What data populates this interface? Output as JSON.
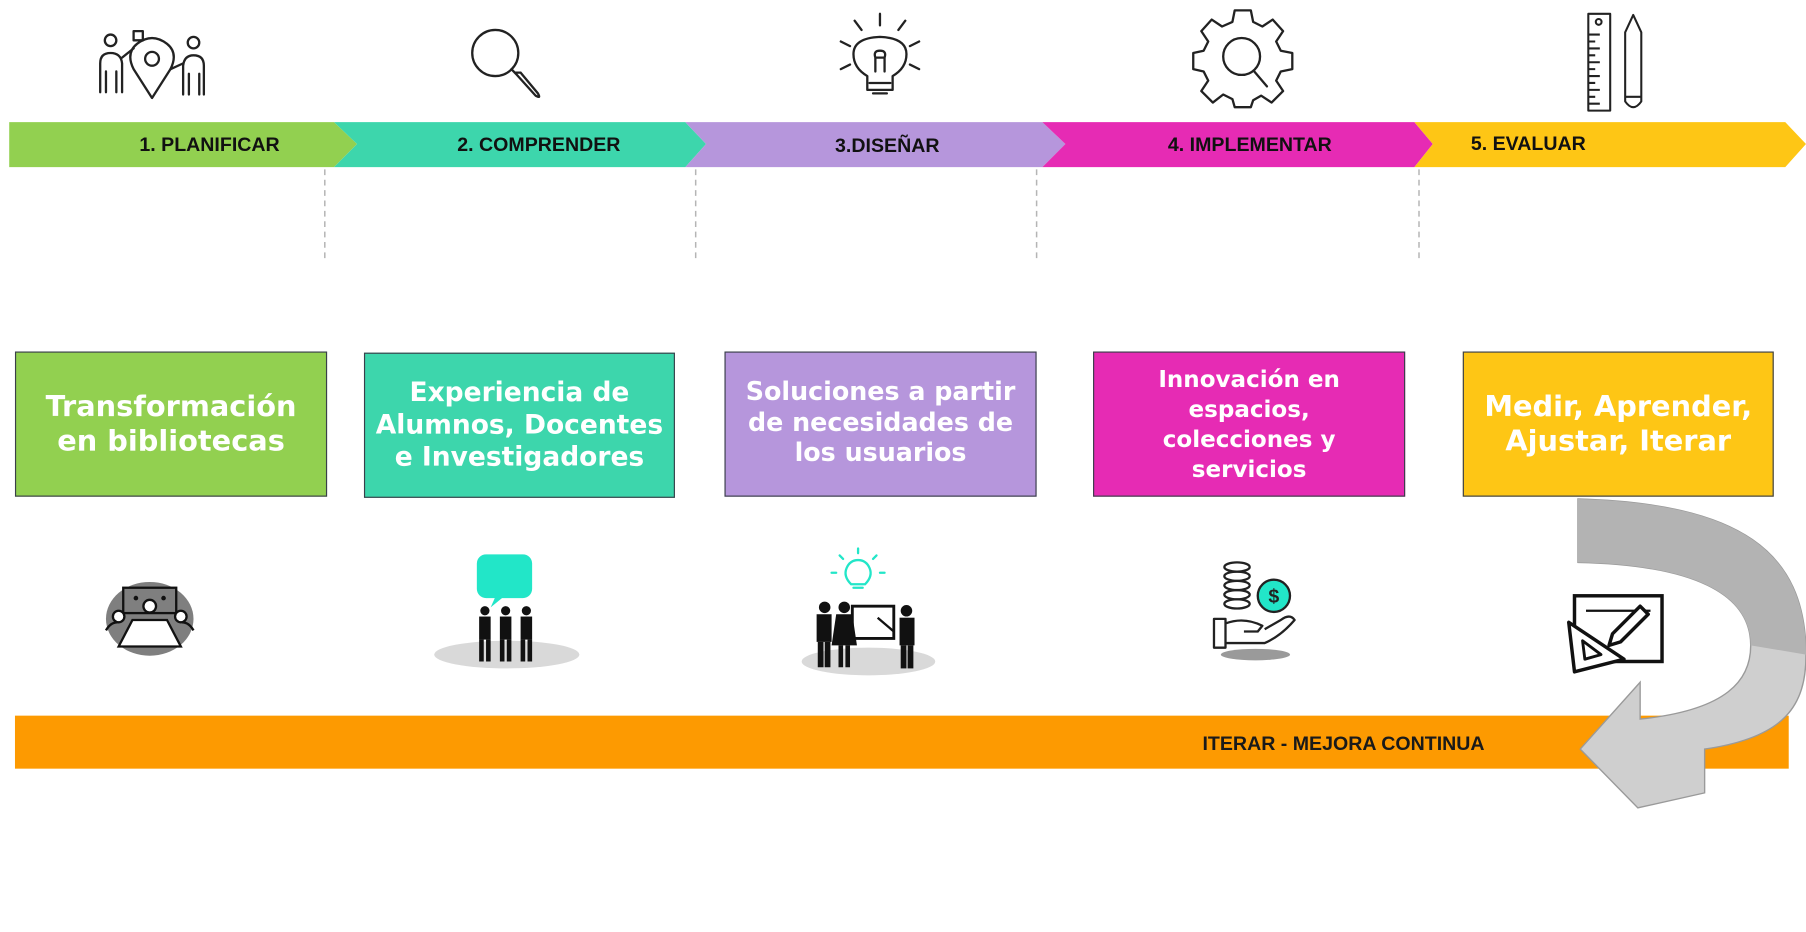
{
  "colors": {
    "planificar": "#92d050",
    "comprender": "#3dd6ac",
    "disenar": "#b696dc",
    "implementar": "#e62bb4",
    "evaluar": "#fec615",
    "iterar_bar": "#fd9a01",
    "arrow_gray": "#c9c9c9",
    "dashed": "#b5b5b5",
    "accent_teal": "#22e6c8"
  },
  "phases": [
    {
      "label": "1. PLANIFICAR",
      "icon": "people-location-icon"
    },
    {
      "label": "2. COMPRENDER",
      "icon": "magnifier-icon"
    },
    {
      "label": "3.DISEÑAR",
      "icon": "lightbulb-icon"
    },
    {
      "label": "4. IMPLEMENTAR",
      "icon": "gear-search-icon"
    },
    {
      "label": "5. EVALUAR",
      "icon": "ruler-pencil-icon"
    }
  ],
  "boxes": [
    {
      "text": "Transformación en bibliotecas",
      "icon": "meeting-table-icon"
    },
    {
      "text": "Experiencia de Alumnos, Docentes e Investigadores",
      "icon": "team-chat-icon"
    },
    {
      "text": "Soluciones a partir de necesidades de los usuarios",
      "icon": "presentation-idea-icon"
    },
    {
      "text": "Innovación en espacios, colecciones y servicios",
      "icon": "money-hand-icon"
    },
    {
      "text": "Medir, Aprender, Ajustar, Iterar",
      "icon": "design-tools-icon"
    }
  ],
  "footer": {
    "label": "ITERAR - MEJORA CONTINUA"
  }
}
